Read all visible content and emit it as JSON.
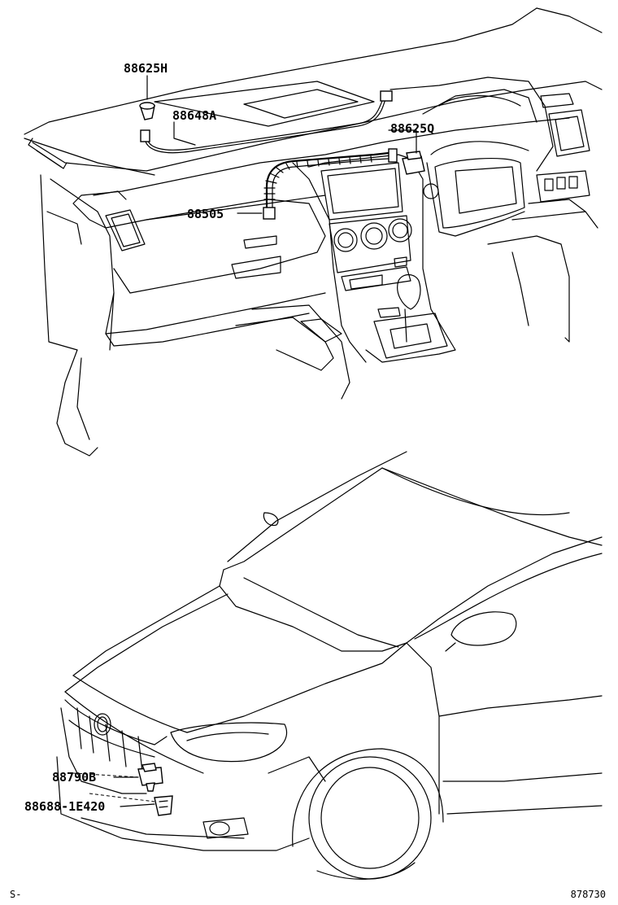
{
  "callouts": {
    "top": [
      {
        "id": "88625H",
        "text": "88625H"
      },
      {
        "id": "88648A",
        "text": "88648A"
      },
      {
        "id": "88625Q",
        "text": "88625Q"
      },
      {
        "id": "88505",
        "text": "88505"
      }
    ],
    "bottom": [
      {
        "id": "88790B",
        "text": "88790B"
      },
      {
        "id": "88688-1E420",
        "text": "88688-1E420"
      }
    ]
  },
  "footer": {
    "left": "S-",
    "right": "878730"
  }
}
